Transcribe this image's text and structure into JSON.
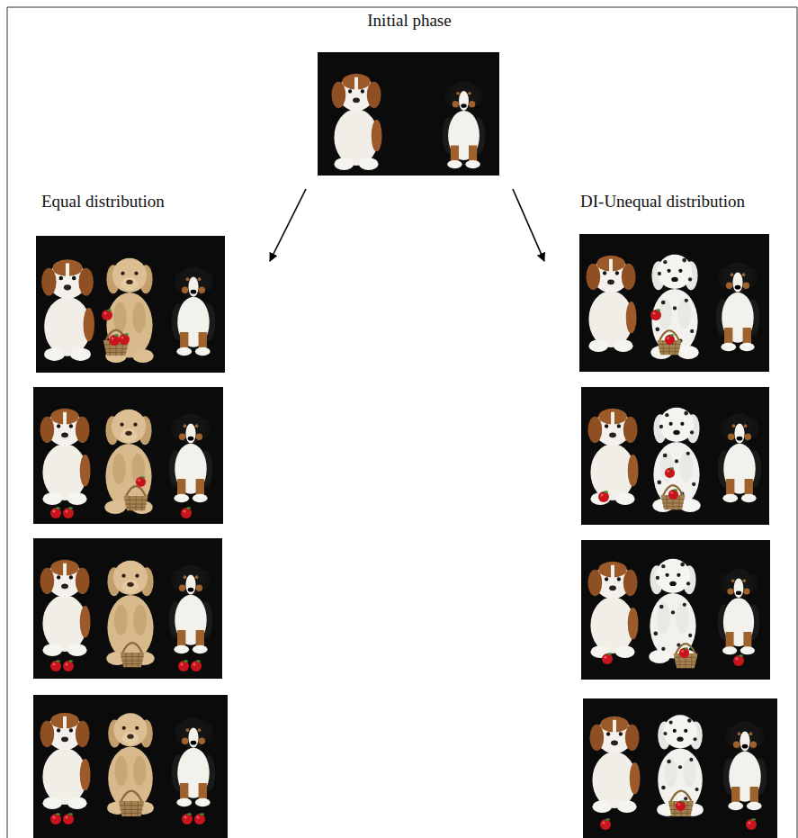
{
  "diagram": {
    "nodes": [
      {
        "text": [
          "Initial phase"
        ]
      },
      {
        "text": [
          "Equal distribution"
        ]
      },
      {
        "text": [
          "DI-Unequal distribution"
        ]
      }
    ],
    "edges": [
      {
        "from": 0,
        "to": 1,
        "arrow": "to"
      },
      {
        "from": 0,
        "to": 2,
        "arrow": "to"
      }
    ]
  }
}
